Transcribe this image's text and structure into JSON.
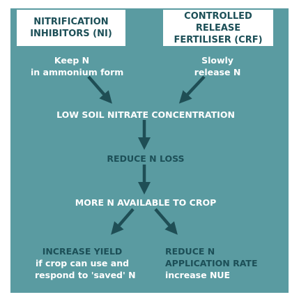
{
  "colors": {
    "panel": "#5a9ba1",
    "box": "#ffffff",
    "dark_text": "#1c4f57",
    "light_text": "#ffffff",
    "arrow": "#1f4e55"
  },
  "boxes": {
    "ni": {
      "line1": "NITRIFICATION",
      "line2": "INHIBITORS (NI)"
    },
    "crf": {
      "line1": "CONTROLLED RELEASE",
      "line2": "FERTILISER (CRF)"
    }
  },
  "ni_effect": {
    "line1": "Keep N",
    "line2": "in ammonium form"
  },
  "crf_effect": {
    "line1": "Slowly",
    "line2": "release N"
  },
  "step1": "LOW SOIL NITRATE CONCENTRATION",
  "step2": "REDUCE N LOSS",
  "step3": "MORE N AVAILABLE TO CROP",
  "outcome_yield": {
    "title": "INCREASE YIELD",
    "line1": "if crop can use and",
    "line2": "respond to 'saved' N"
  },
  "outcome_rate": {
    "title1": "REDUCE N",
    "title2": "APPLICATION RATE",
    "line1": "increase NUE"
  }
}
